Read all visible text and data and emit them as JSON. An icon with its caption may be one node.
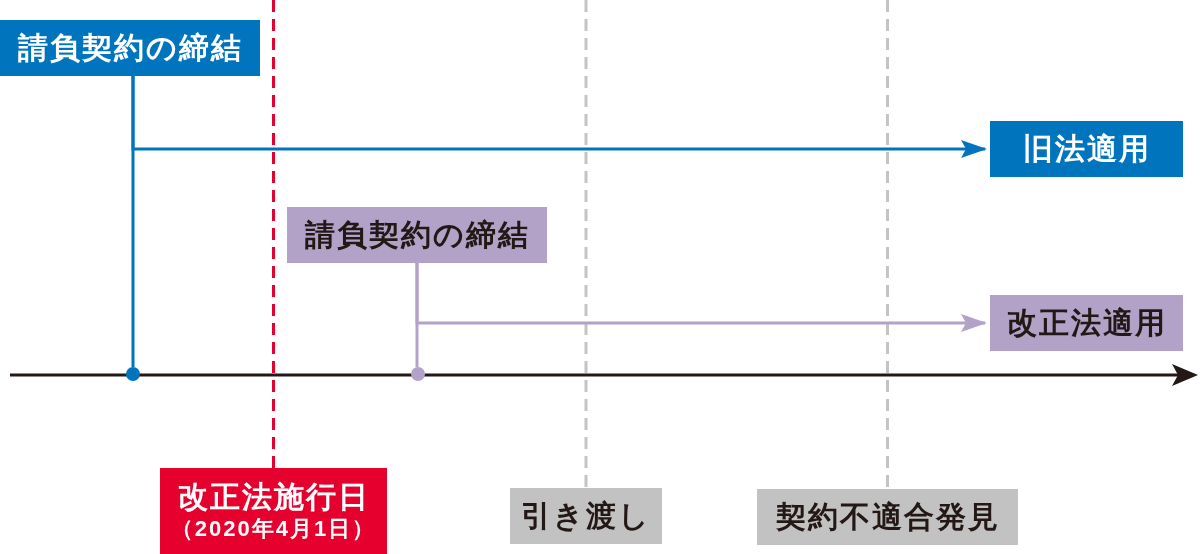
{
  "diagram": {
    "nodes": [
      {
        "text": [
          "請負契約の締結"
        ]
      },
      {
        "text": [
          "旧法適用"
        ]
      },
      {
        "text": [
          "請負契約の締結"
        ]
      },
      {
        "text": [
          "改正法適用"
        ]
      },
      {
        "text": [],
        "shape": "circle"
      },
      {
        "text": [],
        "shape": "circle"
      },
      {
        "text": [
          "改正法施行日",
          "（2020年4月1日）"
        ]
      },
      {
        "text": [
          "引き渡し"
        ]
      },
      {
        "text": [
          "契約不適合発見"
        ]
      }
    ],
    "edges": [
      {
        "from": 0,
        "to": 4,
        "arrow": "none",
        "color": "#0075be"
      },
      {
        "from": 0,
        "to": 1,
        "arrow": "to",
        "color": "#0075be"
      },
      {
        "from": 2,
        "to": 5,
        "arrow": "none",
        "color": "#b3a2c8"
      },
      {
        "from": 2,
        "to": 3,
        "arrow": "to",
        "color": "#b3a2c8"
      },
      {
        "from": null,
        "to": 6,
        "arrow": "none",
        "style": "dashed",
        "color": "#e6002d"
      },
      {
        "from": null,
        "to": 7,
        "arrow": "none",
        "style": "dashed",
        "color": "#c4c4c4"
      },
      {
        "from": null,
        "to": 8,
        "arrow": "none",
        "style": "dashed",
        "color": "#c4c4c4"
      }
    ]
  }
}
